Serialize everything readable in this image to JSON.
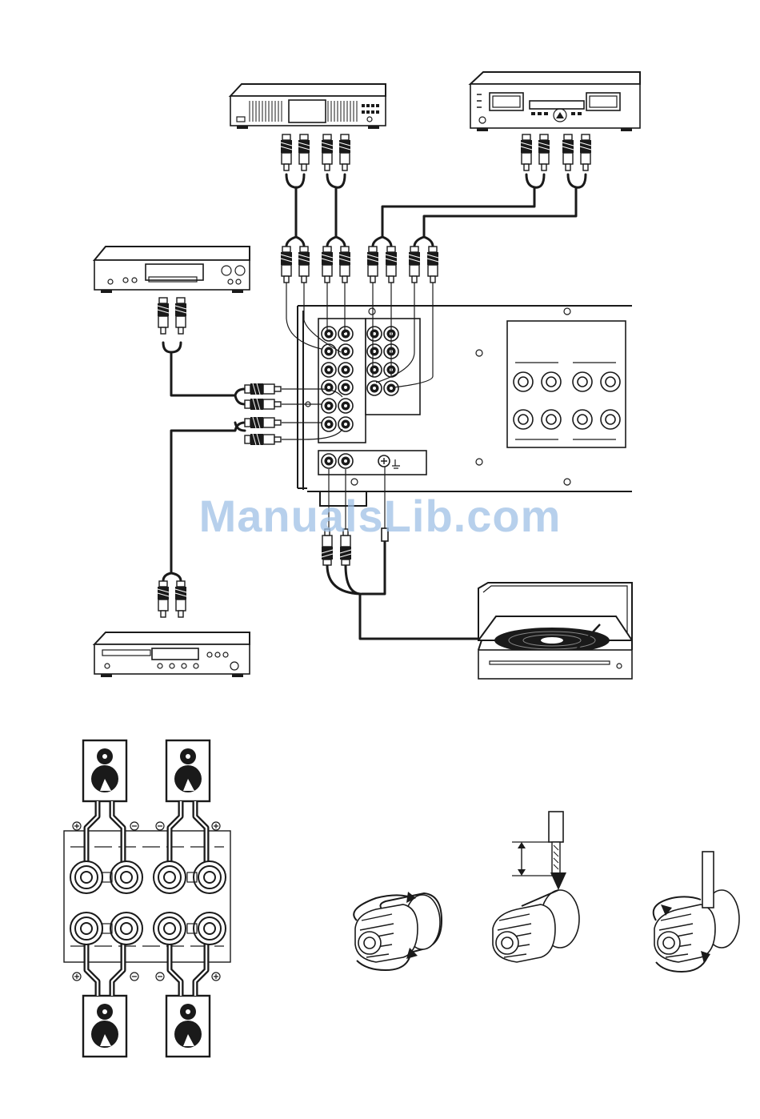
{
  "watermark": "ManualsLib.com",
  "palette": {
    "ink": "#1a1a1a",
    "watermark": "#9fc1e6",
    "paper": "#ffffff"
  },
  "icons": [
    "amplifier-rear-panel",
    "equalizer-unit",
    "cassette-deck",
    "cd-player",
    "md-player",
    "turntable",
    "rca-plug",
    "speaker",
    "speaker-terminal",
    "screwdriver"
  ]
}
